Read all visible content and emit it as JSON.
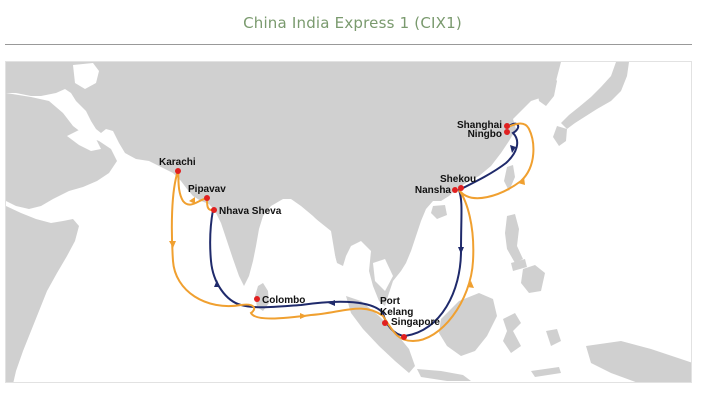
{
  "header": {
    "title": "China India Express 1 (CIX1)"
  },
  "map": {
    "colors": {
      "land": "#d0d0d0",
      "sea": "#ffffff",
      "eastbound_route": "#f0a030",
      "westbound_route": "#1f2a6b",
      "port_dot": "#e02020",
      "title": "#7a9a6e"
    },
    "ports": [
      {
        "name": "Shanghai",
        "label": "Shanghai"
      },
      {
        "name": "Ningbo",
        "label": "Ningbo"
      },
      {
        "name": "Shekou",
        "label": "Shekou"
      },
      {
        "name": "Nansha",
        "label": "Nansha"
      },
      {
        "name": "Karachi",
        "label": "Karachi"
      },
      {
        "name": "Pipavav",
        "label": "Pipavav"
      },
      {
        "name": "Nhava Sheva",
        "label": "Nhava Sheva"
      },
      {
        "name": "Colombo",
        "label": "Colombo"
      },
      {
        "name": "Port Kelang",
        "label_line1": "Port",
        "label_line2": "Kelang"
      },
      {
        "name": "Singapore",
        "label": "Singapore"
      }
    ],
    "routes": [
      {
        "name": "westbound",
        "color": "#1f2a6b",
        "sequence": [
          "Shanghai",
          "Ningbo",
          "Shekou",
          "Nansha",
          "Singapore",
          "Port Kelang",
          "Colombo",
          "Nhava Sheva"
        ]
      },
      {
        "name": "eastbound",
        "color": "#f0a030",
        "sequence": [
          "Nhava Sheva",
          "Pipavav",
          "Karachi",
          "Colombo",
          "Port Kelang",
          "Singapore",
          "Shekou",
          "Shanghai"
        ]
      }
    ]
  }
}
